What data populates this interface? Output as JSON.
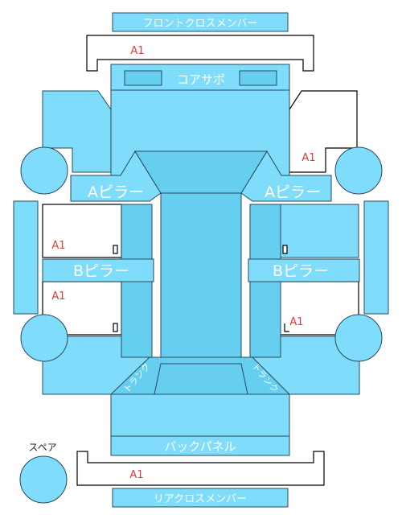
{
  "parts": {
    "front_cross_member": "フロントクロスメンバー",
    "core_support": "コアサポ",
    "a_pillar_left": "Aピラー",
    "a_pillar_right": "Aピラー",
    "b_pillar_left": "Bピラー",
    "b_pillar_right": "Bピラー",
    "trunk_left": "トランク",
    "trunk_right": "トランク",
    "back_panel": "バックパネル",
    "rear_cross_member": "リアクロスメンバー",
    "spare": "スペア"
  },
  "marks": {
    "front_cross_member": "A1",
    "right_front_fender": "A1",
    "left_rear_door": "A1",
    "left_rear_quarter": "A1",
    "right_rear_quarter": "A1",
    "rear_cross_member": "A1"
  },
  "colors": {
    "part_fill": "#7fdcfb",
    "part_fill_dark": "#66cfef",
    "mark": "#e23a3a"
  }
}
